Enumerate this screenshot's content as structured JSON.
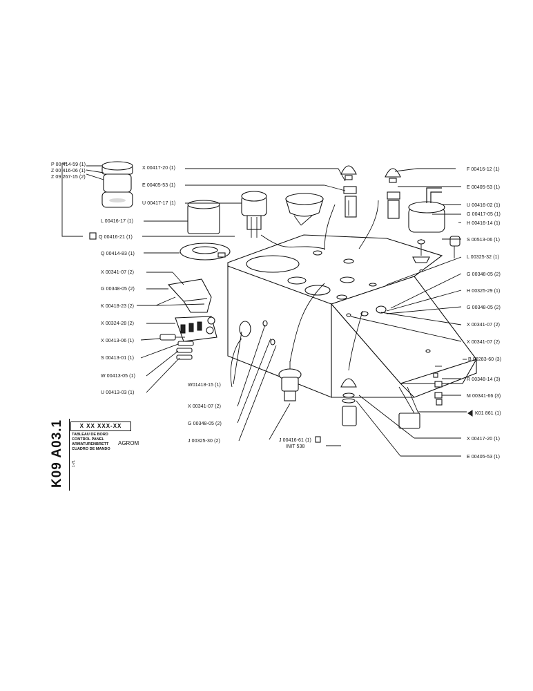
{
  "labels": {
    "p00414_59": "P 00 414-59 (1)",
    "z00416_06": "Z 00 416-06 (1)",
    "z09267_15": "Z 09 267-15 (2)",
    "x00417_20_top": "X 00417-20 (1)",
    "e00405_53_top": "E 00405-53 (1)",
    "u00417_17": "U 00417-17 (1)",
    "l00416_17": "L 00416-17 (1)",
    "q00416_21": "Q 00416-21 (1)",
    "q00414_83": "Q 00414-83 (1)",
    "x00341_07_l1": "X 00341-07 (2)",
    "g00348_05_l1": "G 00348-05 (2)",
    "k00418_23": "K 00418-23 (2)",
    "x00324_28": "X 00324-28 (2)",
    "x00413_06": "X 00413-06 (1)",
    "s00413_01": "S 00413-01 (1)",
    "w00413_05": "W 00413-05 (1)",
    "u00413_03": "U 00413-03 (1)",
    "w01418_15": "W01418-15 (1)",
    "x00341_07_b": "X 00341-07 (2)",
    "g00348_05_b": "G 00348-05 (2)",
    "j00325_30": "J 00325-30 (2)",
    "j00416_61": "J 00416-61 (1)",
    "init538": "INIT 538",
    "f00416_12": "F 00416-12 (1)",
    "e00405_53_r": "E 00405-53 (1)",
    "u00416_02": "U 00416-02 (1)",
    "g00417_05": "G 00417-05 (1)",
    "h00416_14": "H 00416-14 (1)",
    "s00513_06": "S 00513-06 (1)",
    "l00325_32": "L 00325-32 (1)",
    "g00348_05_r1": "G 00348-05 (2)",
    "h00325_29": "H 00325-29 (1)",
    "g00348_05_r2": "G 00348-05 (2)",
    "x00341_07_r1": "X 00341-07 (2)",
    "x00341_07_r2": "X 00341-07 (2)",
    "b00283_60": "B 00283-60 (3)",
    "r00348_14": "R 00348-14 (3)",
    "m00341_66": "M 00341-66 (3)",
    "k01861": "K01 861 (1)",
    "x00417_20_r": "X 00417-20 (1)",
    "e00405_53_br": "E 00405-53 (1)"
  },
  "title_block": {
    "sheet_code": "K09 A03.1",
    "part_number": "X XX XXX-XX",
    "title_fr": "TABLEAU DE BORD",
    "title_en": "CONTROL PANEL",
    "title_de": "ARMATURENBRETT",
    "title_es": "CUADRO DE MANDO",
    "maker": "AGROM",
    "date": "1-71"
  }
}
